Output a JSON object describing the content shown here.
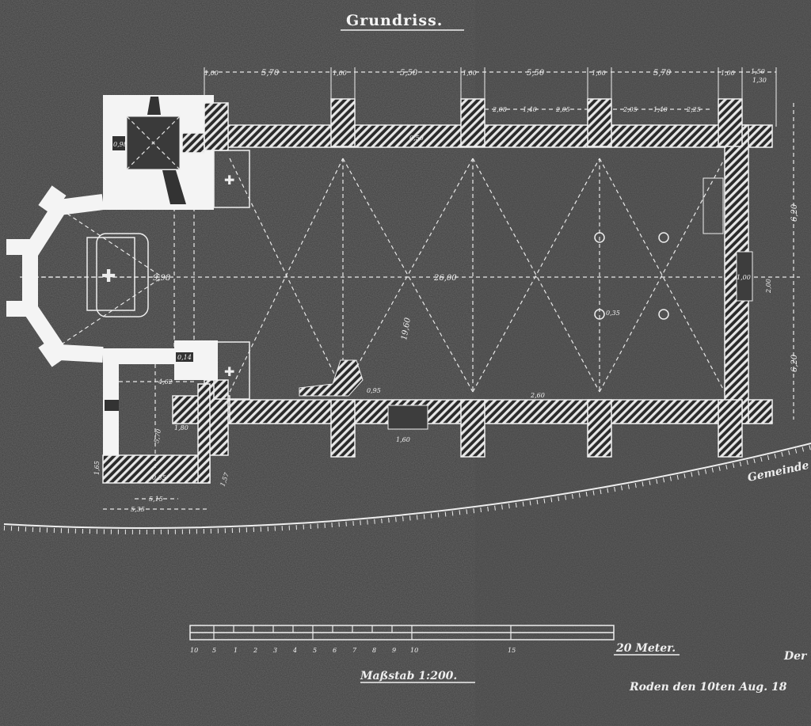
{
  "title": "Grundriss.",
  "dimensions": {
    "top_chain": [
      "1,00",
      "5,70",
      "1,00",
      "5,50",
      "1,00",
      "5,50",
      "1,00",
      "5,70",
      "1,00",
      "1,50",
      "1,30"
    ],
    "window_chain": [
      "2,08",
      "1,40",
      "2,05",
      "2,05",
      "1,40",
      "2,25"
    ],
    "nave_length": "26,00",
    "chancel_width": "9,98",
    "nave_width": "19,60",
    "tower_label": "0,98",
    "top_window": "0,50",
    "right_upper": "6,20",
    "right_lower": "6,20",
    "right_door": "1,00",
    "right_door_width": "2,00",
    "sacristy_width": "4,62",
    "sacristy_depth": "5,70",
    "sacristy_door": "1,80",
    "sacristy_window": "0,35",
    "sacristy_inner": "5,15",
    "sacristy_outer": "5,35",
    "sacristy_side": "1,65",
    "sacristy_wall": "1,57",
    "side_door": "1,60",
    "bottom_mid": "2,60",
    "stair_label": "0,95",
    "pillar_label": "0,35",
    "misc": "0,14"
  },
  "scale": {
    "ticks": [
      "10",
      "5",
      "1",
      "2",
      "3",
      "4",
      "5",
      "6",
      "7",
      "8",
      "9",
      "10",
      "15"
    ],
    "end_label": "20 Meter.",
    "caption": "Maßstab 1:200."
  },
  "annotations": {
    "street": "Gemeinde",
    "signature_prefix": "Der",
    "signature_place_date": "Roden den 10ten Aug. 18"
  },
  "colors": {
    "paper": "#3d3d3d",
    "ink": "#f2f2f2"
  }
}
